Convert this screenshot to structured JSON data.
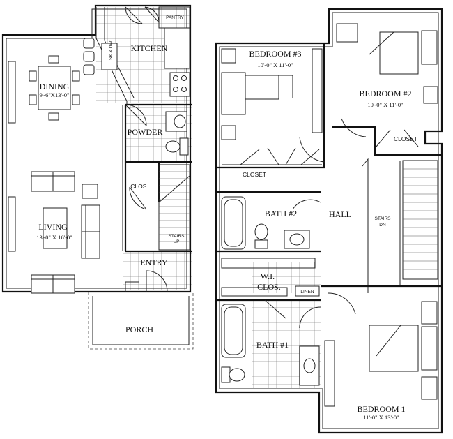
{
  "rooms": {
    "dining": {
      "name": "DINING",
      "size": "9'-6\"X13'-0\""
    },
    "kitchen": {
      "name": "KITCHEN"
    },
    "pantry": {
      "name": "PANTRY"
    },
    "powder": {
      "name": "POWDER"
    },
    "clos": {
      "name": "CLOS."
    },
    "stairs_up": {
      "line1": "STAIRS",
      "line2": "UP"
    },
    "living": {
      "name": "LIVING",
      "size": "13'-0\" X 16'-0\""
    },
    "entry": {
      "name": "ENTRY"
    },
    "porch": {
      "name": "PORCH"
    },
    "bedroom3": {
      "name": "BEDROOM #3",
      "size": "10'-0\" X 11'-0\""
    },
    "bedroom2": {
      "name": "BEDROOM #2",
      "size": "10'-0\" X 11'-0\""
    },
    "closet_left": {
      "name": "CLOSET"
    },
    "closet_right": {
      "name": "CLOSET"
    },
    "bath2": {
      "name": "BATH #2"
    },
    "hall": {
      "name": "HALL"
    },
    "stairs_dn": {
      "line1": "STAIRS",
      "line2": "DN"
    },
    "wiclos": {
      "line1": "W.I.",
      "line2": "CLOS."
    },
    "linen": {
      "name": "LINEN"
    },
    "bath1": {
      "name": "BATH #1"
    },
    "bedroom1": {
      "name": "BEDROOM 1",
      "size": "11'-0\" X 13'-0\""
    }
  },
  "fixtures": {
    "sink_dw": "SK & DW"
  }
}
